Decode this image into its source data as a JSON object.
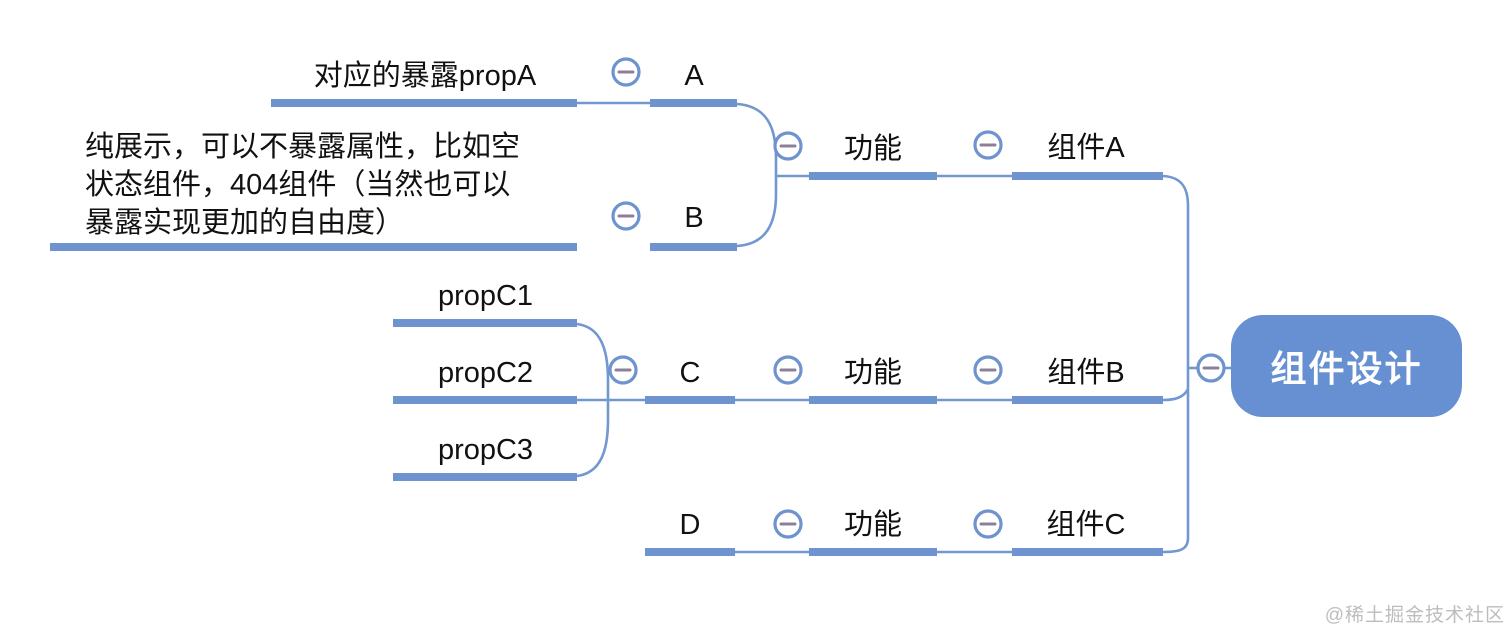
{
  "mindmap": {
    "root": {
      "label": "组件设计"
    },
    "nodes": {
      "component_a": "组件A",
      "component_b": "组件B",
      "component_c": "组件C",
      "function_a": "功能",
      "function_b": "功能",
      "function_c": "功能",
      "a": "A",
      "b": "B",
      "c": "C",
      "d": "D",
      "prop_a_note": "对应的暴露propA",
      "b_note": "纯展示，可以不暴露属性，比如空状态组件，404组件（当然也可以暴露实现更加的自由度）",
      "prop_c1": "propC1",
      "prop_c2": "propC2",
      "prop_c3": "propC3"
    },
    "icons": {
      "collapse": "minus-circle"
    },
    "colors": {
      "branch_line": "#6f93cf",
      "root_fill": "#6690d1",
      "minus_glyph": "#8d7f98",
      "text": "#111111",
      "watermark": "#bdbdbd"
    }
  },
  "watermark": "@稀土掘金技术社区"
}
